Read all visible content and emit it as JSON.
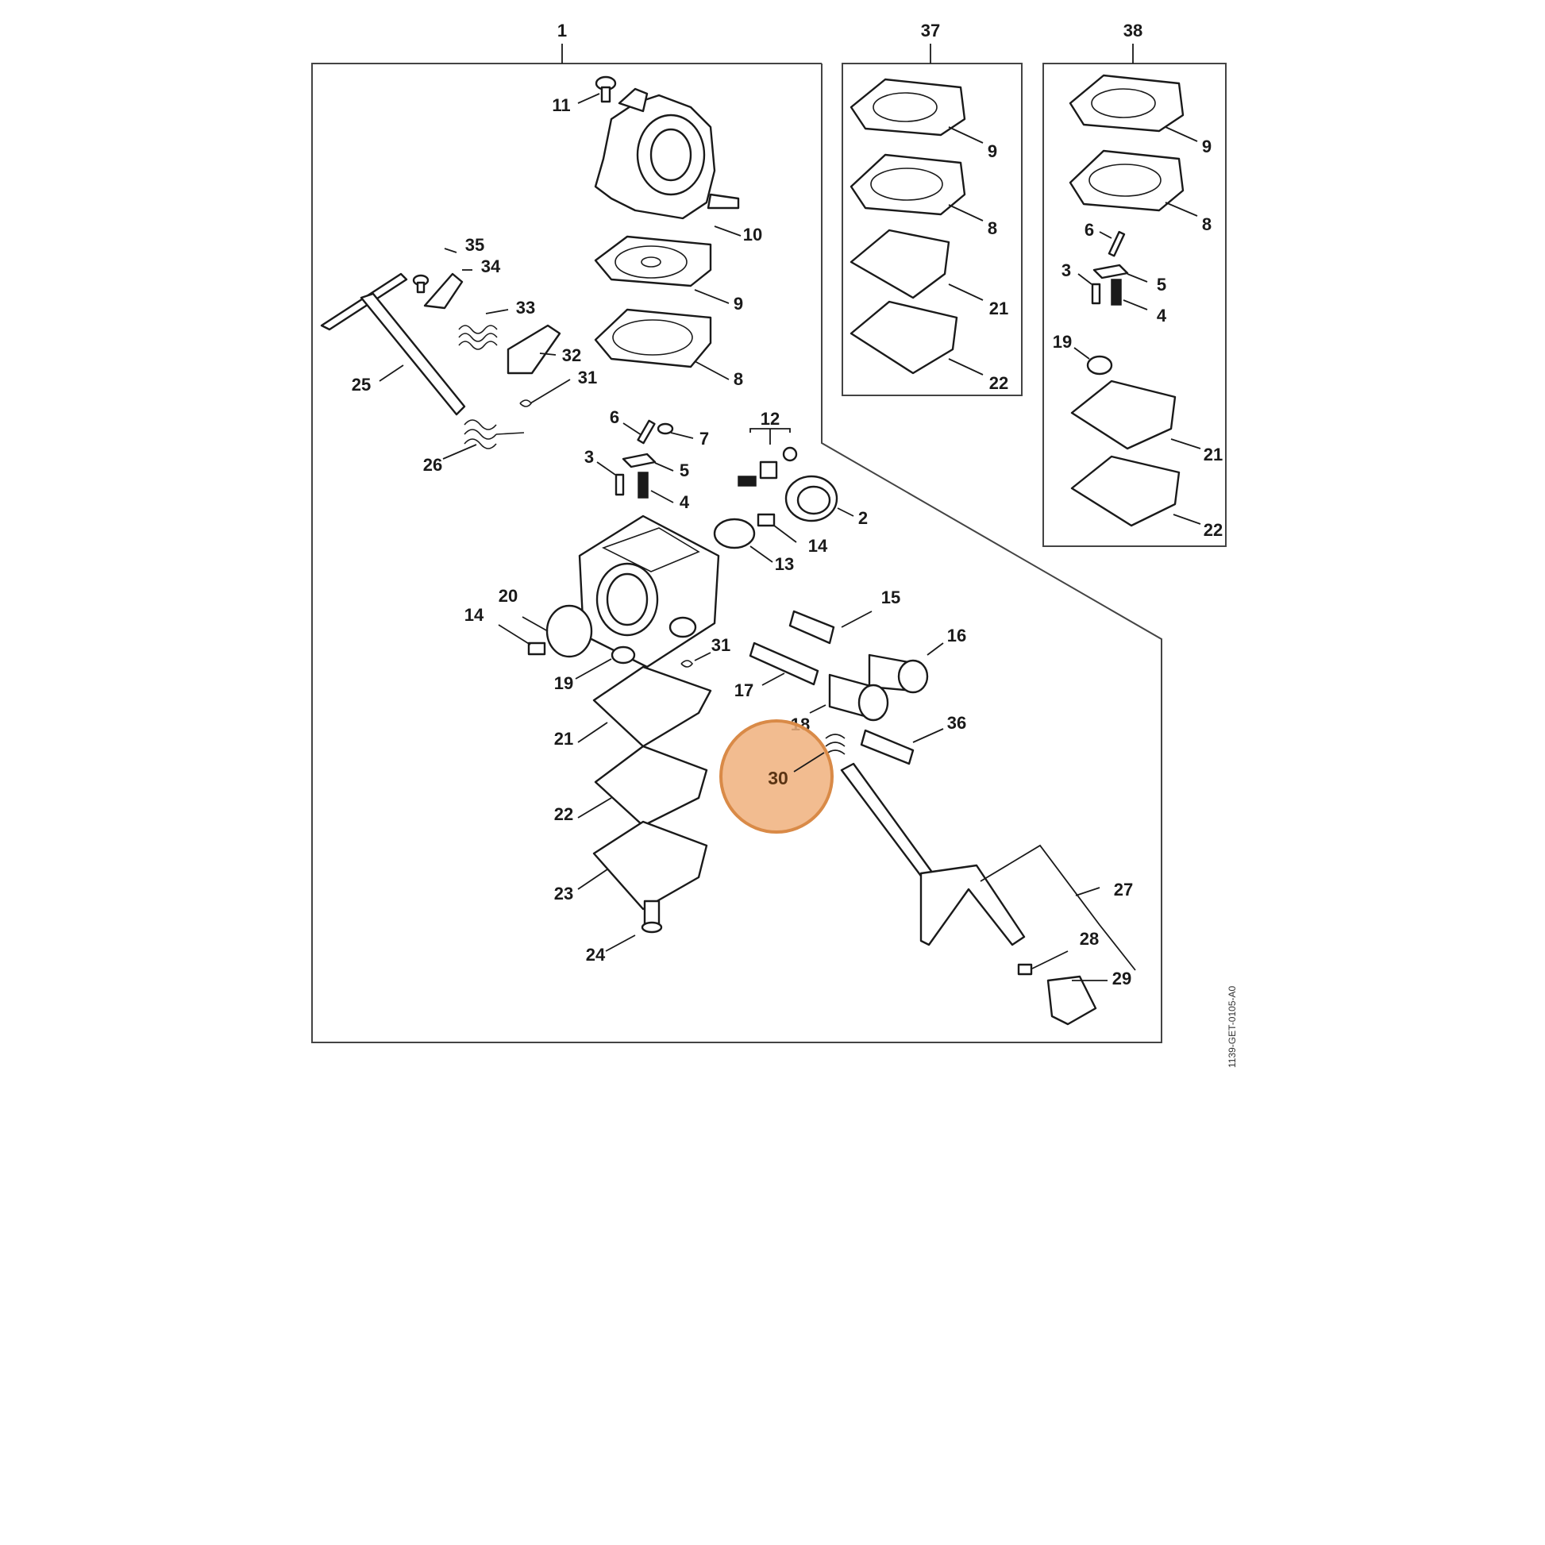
{
  "doc_id": "1139-GET-0105-A0",
  "highlight": {
    "label": "30",
    "color": "#f0b07c",
    "ring_color": "#d98a47"
  },
  "group_labels": {
    "main": "1",
    "kit_37": "37",
    "kit_38": "38"
  },
  "main_labels": [
    "11",
    "10",
    "9",
    "8",
    "35",
    "34",
    "33",
    "32",
    "31",
    "25",
    "26",
    "6",
    "7",
    "3",
    "5",
    "4",
    "12",
    "2",
    "14",
    "13",
    "15",
    "16",
    "20",
    "14",
    "19",
    "31",
    "17",
    "18",
    "36",
    "21",
    "22",
    "23",
    "24",
    "27",
    "28",
    "29"
  ],
  "kit37_labels": [
    "9",
    "8",
    "21",
    "22"
  ],
  "kit38_labels": [
    "9",
    "8",
    "6",
    "3",
    "5",
    "4",
    "19",
    "21",
    "22"
  ]
}
